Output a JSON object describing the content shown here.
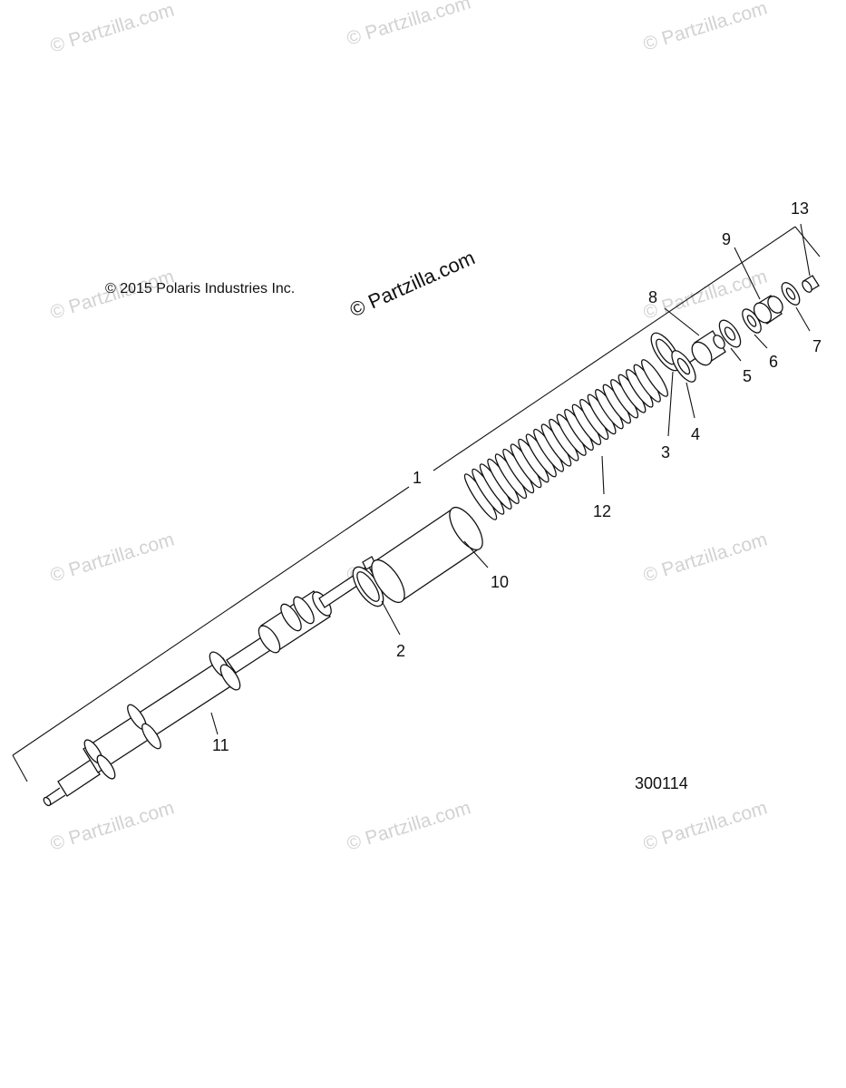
{
  "copyright": "© 2015 Polaris Industries Inc.",
  "brand": "© Partzilla.com",
  "watermark": "© Partzilla.com",
  "diagram_number": "300114",
  "callouts": {
    "c1": "1",
    "c2": "2",
    "c3": "3",
    "c4": "4",
    "c5": "5",
    "c6": "6",
    "c7": "7",
    "c8": "8",
    "c9": "9",
    "c10": "10",
    "c11": "11",
    "c12": "12",
    "c13": "13"
  },
  "colors": {
    "ink": "#111111",
    "watermark": "#d2d2d2",
    "background": "#ffffff"
  }
}
